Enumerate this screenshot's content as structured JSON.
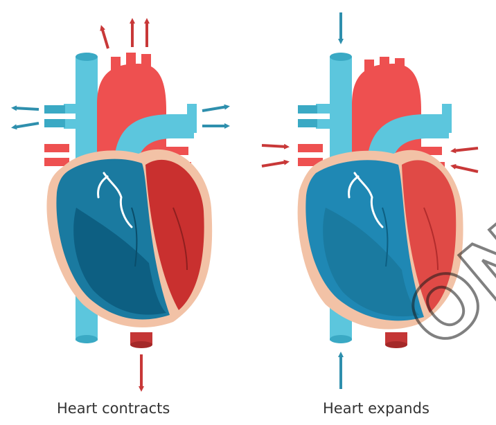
{
  "labels": {
    "left": "Heart contracts",
    "right": "Heart expands"
  },
  "watermark": {
    "text": "ONS"
  },
  "colors": {
    "vessel_blue": "#5cc6dd",
    "vessel_blue_dark": "#3aa9c4",
    "vessel_red": "#ee5050",
    "vessel_red_dark": "#c43636",
    "chamber_blue": "#1a7aa0",
    "chamber_blue_dark": "#0d5f82",
    "chamber_blue_expanded": "#1f88b4",
    "chamber_red": "#c9302f",
    "chamber_red_expanded": "#e04a46",
    "heart_border": "#f2c2a6",
    "arrow_blue": "#2e8fad",
    "arrow_red": "#c83838",
    "background": "#ffffff"
  },
  "icons": {
    "blood_flow_arrow": "arrow",
    "heart": "heart-illustration"
  }
}
